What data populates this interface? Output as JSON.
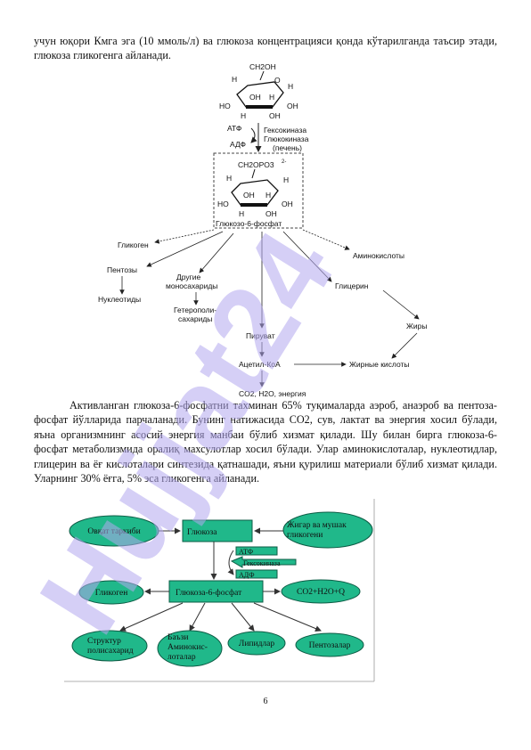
{
  "text": {
    "p1": "учун юқори Кмга эга (10 ммоль/л) ва глюкоза концентрацияси қонда кўтарилганда таъсир этади, глюкоза гликогенга айланади.",
    "p2": "Активланган глюкоза-6-фосфатни тахминан 65% туқималарда аэроб, анаэроб ва пентоза-фосфат йўлларида парчаланади. Бунинг натижасида СО2, сув, лактат ва энергия хосил бўлади, яъна организмнинг асосий энергия манбаи бўлиб хизмат қилади. Шу билан бирга  глюкоза-6-фосфат метаболизмида оралиқ махсулотлар хосил бўлади. Улар аминокислоталар, нуклеотидлар, глицерин ва ёғ кислоталари синтезида қатнашади, яъни қурилиш материали бўлиб хизмат қилади. Уларнинг 30% ёғга, 5% эса гликогенга айланади."
  },
  "diagram1": {
    "ch2oh": "CH2OH",
    "h": "H",
    "o": "O",
    "oh": "OH",
    "ho": "HO",
    "atp": "АТФ",
    "adp": "АДФ",
    "enzyme1": "Гексокиназа",
    "enzyme2": "Глюкокиназа",
    "enzyme3": "(печень)",
    "ch2opo3": "CH2OPO3",
    "charge": "2-",
    "g6p": "Глюкозо-6-фосфат",
    "glycogen": "Гликоген",
    "amino": "Аминокислоты",
    "pentoses": "Пентозы",
    "other1": "Другие",
    "other2": "моносахариды",
    "glycerol": "Глицерин",
    "nucleotides": "Нуклеотиды",
    "hetero1": "Гетерополи-",
    "hetero2": "сахариды",
    "fats": "Жиры",
    "pyruvate": "Пируват",
    "acetyl": "Ацетил-КоА",
    "fatty": "Жирные кислоты",
    "products": "CO2, H2O, энергия"
  },
  "diagram2": {
    "food": "Овқат таркиби",
    "glucose": "Глюкоза",
    "liver1": "Жигар ва мушак",
    "liver2": "гликогени",
    "atp": "АТФ",
    "hexokinase": "Гексокиназа",
    "adp": "АДФ",
    "glycogen": "Гликоген",
    "g6p": "Глюкоза-6-фосфат",
    "co2": "СО2+Н2О+Q",
    "struct1": "Структур",
    "struct2": "полисахарид",
    "amino1": "Баъзи",
    "amino2": "Аминокис-",
    "amino3": "лоталар",
    "lipids": "Липидлар",
    "pentose": "Пентозалар"
  },
  "colors": {
    "box": "#20b88a",
    "box_border": "#0d5c45",
    "watermark": "#b3a8ee"
  },
  "watermark": "Hujjat24",
  "page_number": "6"
}
